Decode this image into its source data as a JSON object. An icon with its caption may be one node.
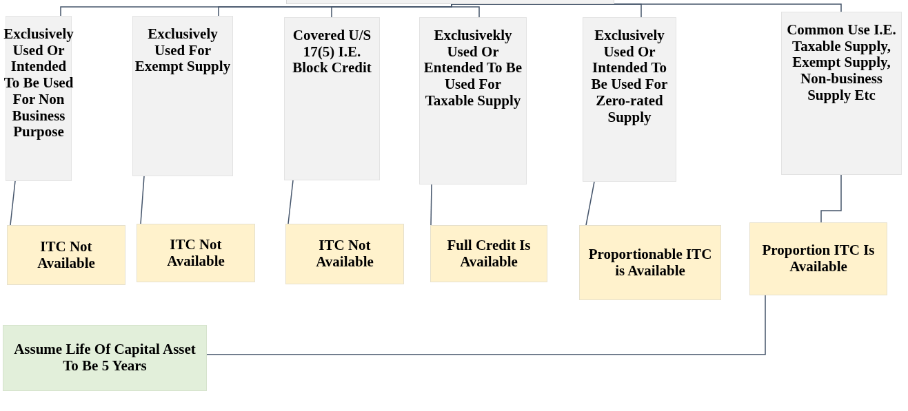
{
  "diagram": {
    "nodes": [
      {
        "text": [],
        "shape": "box"
      },
      {
        "text": [
          "Exclusively Used Or Intended To Be Used For Non Business Purpose"
        ]
      },
      {
        "text": [
          "Exclusively Used For Exempt Supply"
        ]
      },
      {
        "text": [
          "Covered U/S 17(5) I.E. Block Credit"
        ]
      },
      {
        "text": [
          "Exclusivekly Used Or Entended To Be Used For Taxable Supply"
        ]
      },
      {
        "text": [
          "Exclusively Used Or Intended To Be Used For Zero-rated Supply"
        ]
      },
      {
        "text": [
          "Common Use I.E. Taxable Supply, Exempt Supply, Non-business Supply Etc"
        ]
      },
      {
        "text": [
          "ITC Not Available"
        ]
      },
      {
        "text": [
          "ITC Not Available"
        ]
      },
      {
        "text": [
          "ITC Not Available"
        ]
      },
      {
        "text": [
          "Full Credit Is Available"
        ]
      },
      {
        "text": [
          "Proportionable ITC is Available"
        ]
      },
      {
        "text": [
          "Proportion ITC Is Available"
        ]
      },
      {
        "text": [
          "Assume Life Of Capital Asset To Be 5 Years"
        ]
      }
    ],
    "edges": [
      {
        "from": 0,
        "to": 1,
        "arrow": "none"
      },
      {
        "from": 0,
        "to": 2,
        "arrow": "none"
      },
      {
        "from": 0,
        "to": 3,
        "arrow": "none"
      },
      {
        "from": 0,
        "to": 4,
        "arrow": "none"
      },
      {
        "from": 0,
        "to": 5,
        "arrow": "none"
      },
      {
        "from": 0,
        "to": 6,
        "arrow": "none"
      },
      {
        "from": 1,
        "to": 7,
        "arrow": "none"
      },
      {
        "from": 2,
        "to": 8,
        "arrow": "none"
      },
      {
        "from": 3,
        "to": 9,
        "arrow": "none"
      },
      {
        "from": 4,
        "to": 10,
        "arrow": "none"
      },
      {
        "from": 5,
        "to": 11,
        "arrow": "none"
      },
      {
        "from": 6,
        "to": 12,
        "arrow": "none"
      },
      {
        "from": 12,
        "to": 13,
        "arrow": "none"
      }
    ]
  }
}
